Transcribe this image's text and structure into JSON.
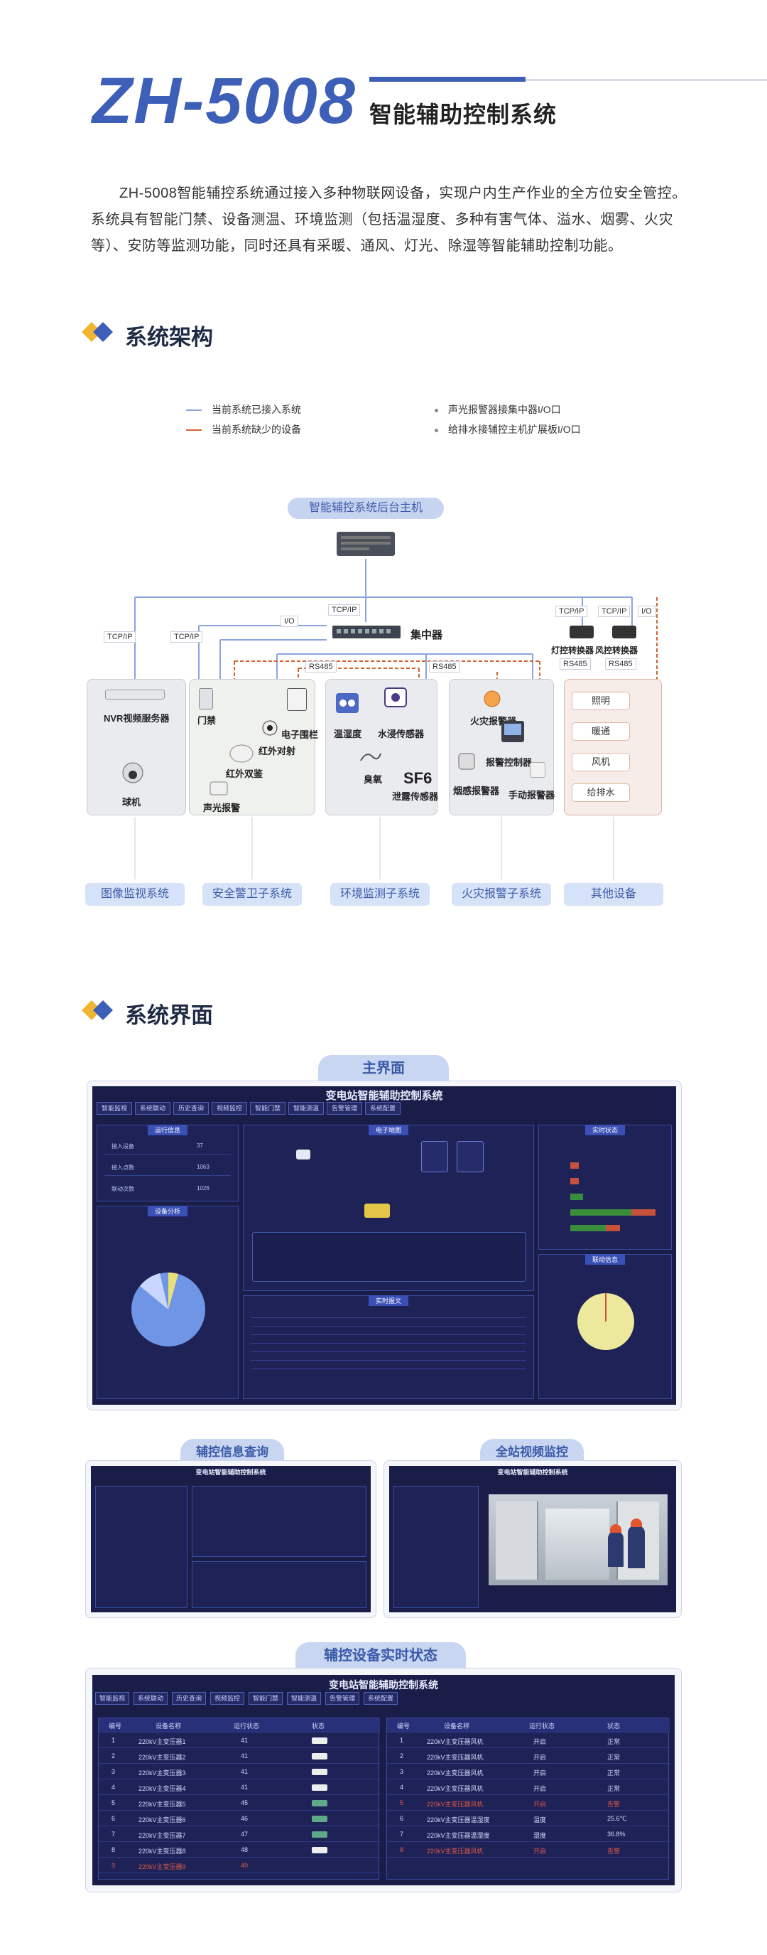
{
  "header": {
    "model": "ZH-5008",
    "name": "智能辅助控制系统",
    "intro": "ZH-5008智能辅控系统通过接入多种物联网设备，实现户内生产作业的全方位安全管控。系统具有智能门禁、设备测温、环境监测（包括温湿度、多种有害气体、溢水、烟雾、火灾等）、安防等监测功能，同时还具有采暖、通风、灯光、除湿等智能辅助控制功能。"
  },
  "architecture": {
    "title": "系统架构",
    "legend": {
      "connected": "当前系统已接入系统",
      "missing": "当前系统缺少的设备",
      "note1": "声光报警器接集中器I/O口",
      "note2": "给排水接辅控主机扩展板I/O口"
    },
    "host": "智能辅控系统后台主机",
    "concentrator": "集中器",
    "protocols": {
      "tcpip": "TCP/IP",
      "io": "I/O",
      "rs485": "RS485"
    },
    "devices": {
      "nvr": "NVR视频服务器",
      "camera": "球机",
      "door": "门禁",
      "fence": "电子围栏",
      "ir_beam": "红外对射",
      "ir_dual": "红外双鉴",
      "alarm_light": "声光报警",
      "temp_hum": "温湿度",
      "water": "水浸传感器",
      "ozone": "臭氧",
      "sf6": "SF6",
      "sf6_sensor": "泄露传感器",
      "fire_alarm": "火灾报警器",
      "fire_ctrl": "报警控制器",
      "smoke": "烟感报警器",
      "manual": "手动报警器",
      "light_conv": "灯控转换器",
      "fan_conv": "风控转换器",
      "lighting": "照明",
      "ac": "暖通",
      "fan": "风机",
      "drain": "给排水"
    },
    "subsystems": [
      "图像监视系统",
      "安全警卫子系统",
      "环境监测子系统",
      "火灾报警子系统",
      "其他设备"
    ]
  },
  "interface": {
    "title": "系统界面",
    "main_tab": "主界面",
    "query_tab": "辅控信息查询",
    "video_tab": "全站视频监控",
    "status_tab": "辅控设备实时状态",
    "app_title": "变电站智能辅助控制系统",
    "nav": [
      "智能监视",
      "系统联动",
      "历史查询",
      "视频监控",
      "智能门禁",
      "智能测温",
      "告警管理",
      "系统配置"
    ],
    "panels": {
      "run_info": "运行信息",
      "device_stat": "设备分析",
      "map": "电子地图",
      "realtime": "实时状态",
      "linkage": "联动信息",
      "events": "实时报文"
    },
    "run_rows": [
      {
        "label": "接入设备",
        "value": "37"
      },
      {
        "label": "接入点数",
        "value": "1063"
      },
      {
        "label": "联动次数",
        "value": "1026"
      }
    ],
    "status_left": [
      {
        "no": "1",
        "name": "220kV主变压器1",
        "val": "41"
      },
      {
        "no": "2",
        "name": "220kV主变压器2",
        "val": "41"
      },
      {
        "no": "3",
        "name": "220kV主变压器3",
        "val": "41"
      },
      {
        "no": "4",
        "name": "220kV主变压器4",
        "val": "41"
      },
      {
        "no": "5",
        "name": "220kV主变压器5",
        "val": "45"
      },
      {
        "no": "6",
        "name": "220kV主变压器6",
        "val": "46"
      },
      {
        "no": "7",
        "name": "220kV主变压器7",
        "val": "47"
      },
      {
        "no": "8",
        "name": "220kV主变压器8",
        "val": "48"
      },
      {
        "no": "9",
        "name": "220kV主变压器9",
        "val": "49"
      }
    ],
    "status_right": [
      {
        "no": "1",
        "name": "220kV主变压器风机",
        "val": "开启",
        "st": "正常"
      },
      {
        "no": "2",
        "name": "220kV主变压器风机",
        "val": "开启",
        "st": "正常"
      },
      {
        "no": "3",
        "name": "220kV主变压器风机",
        "val": "开启",
        "st": "正常"
      },
      {
        "no": "4",
        "name": "220kV主变压器风机",
        "val": "开启",
        "st": "正常"
      },
      {
        "no": "5",
        "name": "220kV主变压器风机",
        "val": "开启",
        "st": "告警"
      },
      {
        "no": "6",
        "name": "220kV主变压器温湿度",
        "val": "温度",
        "st": "25.6℃"
      },
      {
        "no": "7",
        "name": "220kV主变压器温湿度",
        "val": "湿度",
        "st": "36.8%"
      },
      {
        "no": "8",
        "name": "220kV主变压器风机",
        "val": "开启",
        "st": "告警"
      }
    ],
    "status_headers": [
      "编号",
      "设备名称",
      "运行状态",
      "状态"
    ]
  }
}
